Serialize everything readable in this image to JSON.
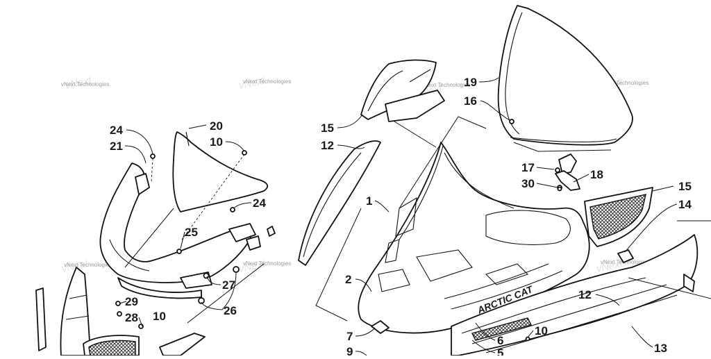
{
  "watermark": "vNext Technologies",
  "brand_decal": "ARCTIC CAT",
  "callouts": [
    {
      "id": "c24a",
      "text": "24"
    },
    {
      "id": "c21",
      "text": "21"
    },
    {
      "id": "c20",
      "text": "20"
    },
    {
      "id": "c10a",
      "text": "10"
    },
    {
      "id": "c24b",
      "text": "24"
    },
    {
      "id": "c25",
      "text": "25"
    },
    {
      "id": "c27",
      "text": "27"
    },
    {
      "id": "c26",
      "text": "26"
    },
    {
      "id": "c29",
      "text": "29"
    },
    {
      "id": "c28",
      "text": "28"
    },
    {
      "id": "c10b",
      "text": "10"
    },
    {
      "id": "c15a",
      "text": "15"
    },
    {
      "id": "c12a",
      "text": "12"
    },
    {
      "id": "c1",
      "text": "1"
    },
    {
      "id": "c2",
      "text": "2"
    },
    {
      "id": "c7",
      "text": "7"
    },
    {
      "id": "c9",
      "text": "9"
    },
    {
      "id": "c19",
      "text": "19"
    },
    {
      "id": "c16",
      "text": "16"
    },
    {
      "id": "c17",
      "text": "17"
    },
    {
      "id": "c18",
      "text": "18"
    },
    {
      "id": "c30",
      "text": "30"
    },
    {
      "id": "c15b",
      "text": "15"
    },
    {
      "id": "c14",
      "text": "14"
    },
    {
      "id": "c12b",
      "text": "12"
    },
    {
      "id": "c6",
      "text": "6"
    },
    {
      "id": "c5",
      "text": "5"
    },
    {
      "id": "c10c",
      "text": "10"
    },
    {
      "id": "c13",
      "text": "13"
    }
  ]
}
